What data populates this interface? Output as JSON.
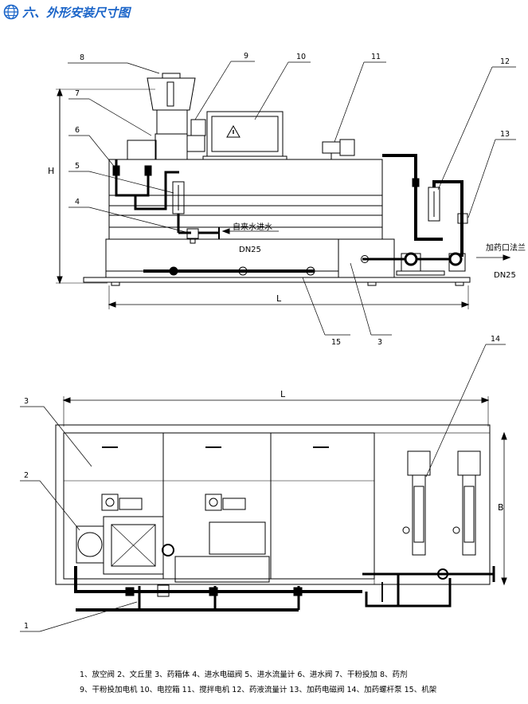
{
  "header": {
    "title": "六、外形安装尺寸图"
  },
  "callouts": {
    "top": [
      "8",
      "9",
      "10",
      "11",
      "12",
      "13",
      "7",
      "6",
      "5",
      "4",
      "15",
      "3"
    ],
    "n1": "1",
    "n2": "2",
    "n3": "3",
    "n14": "14"
  },
  "labels": {
    "inlet": "自来水进水",
    "inlet_dn": "DN25",
    "outlet": "加药口法兰",
    "outlet_dn": "DN25",
    "dim_h": "H",
    "dim_l_top": "L",
    "dim_l_bottom": "L",
    "dim_b": "B"
  },
  "legend": {
    "line1": "1、放空阀 2、文丘里 3、药箱体 4、进水电磁阀 5、进水流量计 6、进水阀 7、干粉投加 8、药剂",
    "line2": "9、干粉投加电机 10、电控箱 11、搅拌电机 12、药液流量计 13、加药电磁阀 14、加药螺杆泵 15、机架"
  },
  "colors": {
    "header": "#1a64c8",
    "line": "#000000"
  }
}
